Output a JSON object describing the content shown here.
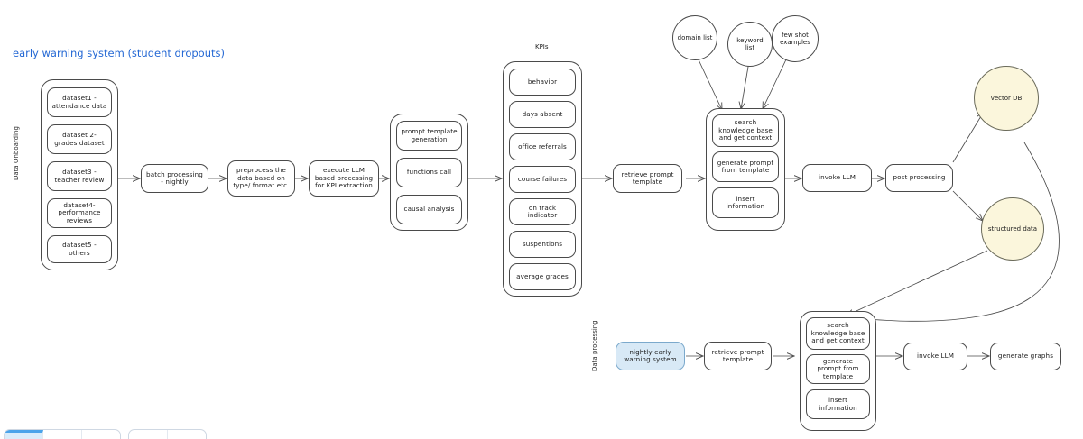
{
  "canvas": {
    "title": "early warning system (student dropouts)",
    "title_color": "#2468d4",
    "background": "#ffffff"
  },
  "lanes": [
    {
      "id": "data-onboarding",
      "label": "Data Onboarding"
    },
    {
      "id": "data-processing",
      "label": "Data processing"
    }
  ],
  "captions": {
    "kpis": "KPIs"
  },
  "datasets_group": {
    "items": [
      {
        "label": "dataset1 - attendance data"
      },
      {
        "label": "dataset 2- grades dataset"
      },
      {
        "label": "dataset3 - teacher review"
      },
      {
        "label": "dataset4- performance reviews"
      },
      {
        "label": "dataset5 - others"
      }
    ]
  },
  "pipeline_top": {
    "batch": "batch processing - nightly",
    "preprocess": "preprocess the data based on type/ format etc.",
    "execute": "execute LLM based processing for KPI extraction",
    "retrieve": "retrieve prompt template",
    "invoke": "invoke LLM",
    "post": "post processing"
  },
  "llm_ops_group": {
    "items": [
      {
        "label": "prompt template generation"
      },
      {
        "label": "functions call"
      },
      {
        "label": "causal analysis"
      }
    ]
  },
  "kpi_group": {
    "items": [
      {
        "label": "behavior"
      },
      {
        "label": "days absent"
      },
      {
        "label": "office referrals"
      },
      {
        "label": "course failures"
      },
      {
        "label": "on track indicator"
      },
      {
        "label": "suspentions"
      },
      {
        "label": "average grades"
      }
    ]
  },
  "inputs": [
    {
      "label": "domain list"
    },
    {
      "label": "keyword list"
    },
    {
      "label": "few shot examples"
    }
  ],
  "rag_group_top": {
    "items": [
      {
        "label": "search knowledge base and get context"
      },
      {
        "label": "generate prompt from template"
      },
      {
        "label": "insert information"
      }
    ]
  },
  "stores": [
    {
      "id": "vector-db",
      "label": "vector DB",
      "color": "#fbf6dc"
    },
    {
      "id": "structured-data",
      "label": "structured data",
      "color": "#fbf6dc"
    }
  ],
  "pipeline_bottom": {
    "trigger": "nightly early warning system",
    "trigger_color": "#d8e9f6",
    "retrieve": "retrieve prompt template",
    "invoke": "invoke LLM",
    "graphs": "generate graphs"
  },
  "rag_group_bottom": {
    "items": [
      {
        "label": "search knowledge base and get context"
      },
      {
        "label": "generate prompt from template"
      },
      {
        "label": "insert information"
      }
    ]
  },
  "toolbar": {
    "groups": [
      {
        "buttons": [
          {
            "active": true
          },
          {
            "active": false
          },
          {
            "active": false
          }
        ]
      },
      {
        "buttons": [
          {
            "active": false
          },
          {
            "active": false
          }
        ]
      }
    ]
  }
}
